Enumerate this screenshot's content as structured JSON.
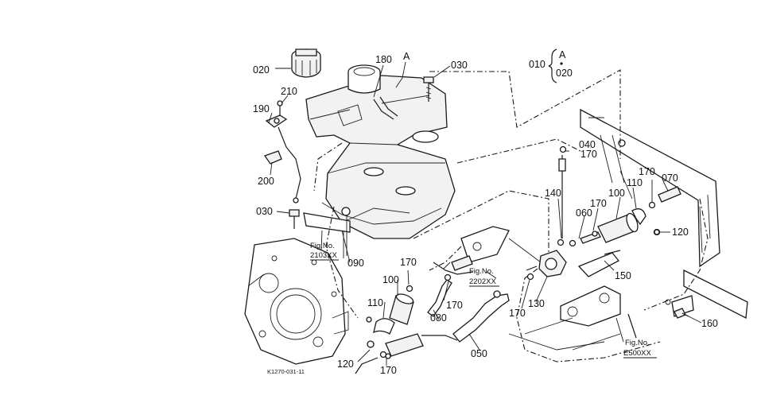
{
  "diagram_code": "K1270-031-11",
  "part_labels": {
    "p020_cap": "020",
    "p180": "180",
    "pA_top": "A",
    "p030_top": "030",
    "p010": "010",
    "pA_ref": "A",
    "p020_ref": "020",
    "p210": "210",
    "p190": "190",
    "p200": "200",
    "p040": "040",
    "p170_a": "170",
    "p030_left": "030",
    "p090": "090",
    "p140": "140",
    "p170_b": "170",
    "p060": "060",
    "p100_right": "100",
    "p110_right": "110",
    "p170_c": "170",
    "p070": "070",
    "p120_right": "120",
    "p170_d": "170",
    "p100_left": "100",
    "p110_left": "110",
    "p170_e": "170",
    "p080": "080",
    "p130": "130",
    "p170_f": "170",
    "p150": "150",
    "p160": "160",
    "p050": "050",
    "p120_left": "120",
    "p170_g": "170"
  },
  "figure_refs": {
    "fig_2103": {
      "title": "Fig.No.",
      "number": "2103XX"
    },
    "fig_2202": {
      "title": "Fig.No.",
      "number": "2202XX"
    },
    "fig_e500": {
      "title": "Fig.No.",
      "number": "E500XX"
    }
  },
  "colors": {
    "ink": "#1a1a1a",
    "background": "#ffffff",
    "part_fill": "#f2f2f2"
  }
}
